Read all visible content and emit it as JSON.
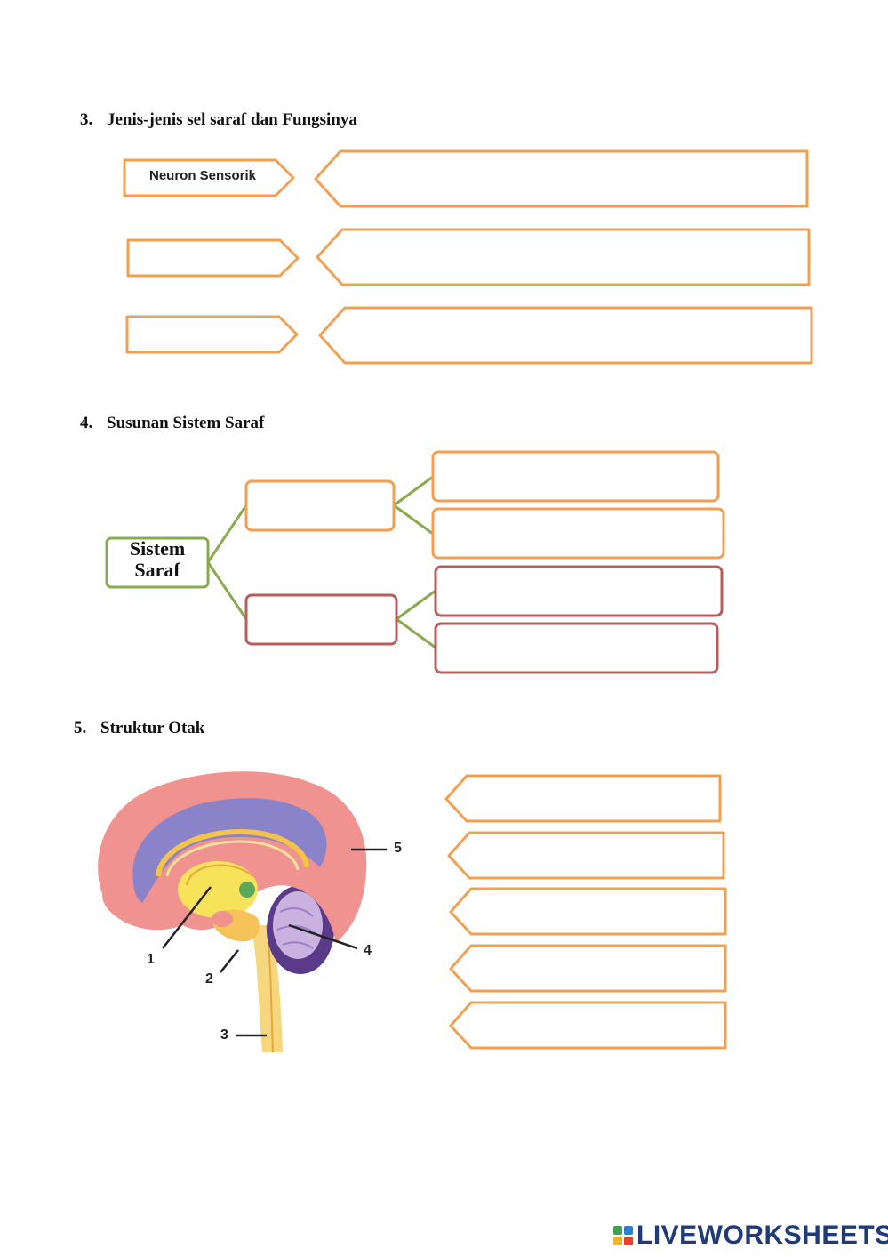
{
  "section3": {
    "number": "3.",
    "title": "Jenis-jenis sel saraf dan Fungsinya",
    "first_label": "Neuron Sensorik"
  },
  "section4": {
    "number": "4.",
    "title": "Susunan Sistem Saraf",
    "root_line1": "Sistem",
    "root_line2": "Saraf"
  },
  "section5": {
    "number": "5.",
    "title": "Struktur Otak",
    "labels": [
      "1",
      "2",
      "3",
      "4",
      "5"
    ]
  },
  "footer": {
    "logo_text": "LIVEWORKSHEETS"
  },
  "colors": {
    "orange": "#f0a050",
    "green": "#8aaa4e",
    "red": "#b85c5c",
    "brand": "#1f3b7a"
  }
}
